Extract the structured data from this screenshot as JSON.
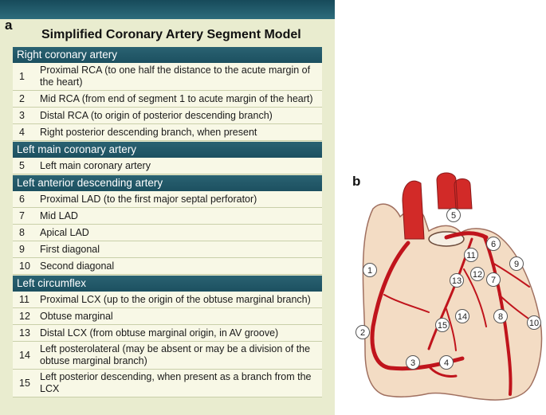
{
  "panel_a": {
    "letter": "a",
    "title": "Simplified Coronary Artery Segment Model",
    "sections": [
      {
        "header": "Right coronary artery",
        "rows": [
          {
            "num": "1",
            "desc": "Proximal RCA (to one half the distance to the acute margin of the heart)",
            "lines": 2
          },
          {
            "num": "2",
            "desc": "Mid RCA (from end of segment 1 to acute margin of the heart)",
            "lines": 1
          },
          {
            "num": "3",
            "desc": "Distal RCA (to origin of posterior descending branch)",
            "lines": 1
          },
          {
            "num": "4",
            "desc": "Right posterior descending branch, when present",
            "lines": 1
          }
        ]
      },
      {
        "header": "Left main coronary artery",
        "rows": [
          {
            "num": "5",
            "desc": "Left main coronary artery",
            "lines": 1
          }
        ]
      },
      {
        "header": "Left anterior descending artery",
        "rows": [
          {
            "num": "6",
            "desc": "Proximal LAD (to the first major septal perforator)",
            "lines": 1
          },
          {
            "num": "7",
            "desc": "Mid LAD",
            "lines": 1
          },
          {
            "num": "8",
            "desc": "Apical LAD",
            "lines": 1
          },
          {
            "num": "9",
            "desc": "First diagonal",
            "lines": 1
          },
          {
            "num": "10",
            "desc": "Second diagonal",
            "lines": 1
          }
        ]
      },
      {
        "header": "Left circumflex",
        "rows": [
          {
            "num": "11",
            "desc": "Proximal LCX (up to the origin of the obtuse marginal branch)",
            "lines": 1
          },
          {
            "num": "12",
            "desc": "Obtuse marginal",
            "lines": 1
          },
          {
            "num": "13",
            "desc": "Distal LCX (from obtuse marginal origin, in AV groove)",
            "lines": 1
          },
          {
            "num": "14",
            "desc": "Left posterolateral (may be absent or may be a division of the obtuse marginal branch)",
            "lines": 2
          },
          {
            "num": "15",
            "desc": "Left posterior descending, when present as a branch from the LCX",
            "lines": 2
          }
        ]
      }
    ]
  },
  "panel_b": {
    "letter": "b",
    "segment_labels": [
      "1",
      "2",
      "3",
      "4",
      "5",
      "6",
      "7",
      "8",
      "9",
      "10",
      "11",
      "12",
      "13",
      "14",
      "15"
    ],
    "colors": {
      "heart_fill": "#f3dcc4",
      "heart_outline": "#a07060",
      "artery": "#c0141c",
      "aorta": "#d22a28"
    }
  }
}
